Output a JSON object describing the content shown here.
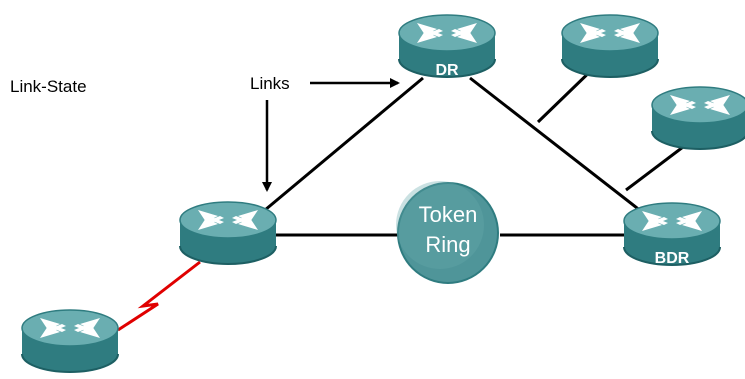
{
  "title": "Link-State",
  "annotation": "Links",
  "colors": {
    "router_top": "#5fa3a6",
    "router_side": "#2f7c80",
    "router_bottom": "#1d5f63",
    "link": "#000000",
    "serial_link": "#e00000",
    "token_ring_fill": "#4f9599",
    "label_text": "#ffffff"
  },
  "routers": [
    {
      "id": "DR",
      "label": "DR",
      "icon": "router-icon"
    },
    {
      "id": "BDR",
      "label": "BDR",
      "icon": "router-icon"
    },
    {
      "id": "R-left",
      "label": "",
      "icon": "router-icon"
    },
    {
      "id": "R-top-right",
      "label": "",
      "icon": "router-icon"
    },
    {
      "id": "R-right",
      "label": "",
      "icon": "router-icon"
    },
    {
      "id": "R-bottom-left",
      "label": "",
      "icon": "router-icon"
    }
  ],
  "token_ring": {
    "line1": "Token",
    "line2": "Ring",
    "icon": "token-ring-icon"
  }
}
